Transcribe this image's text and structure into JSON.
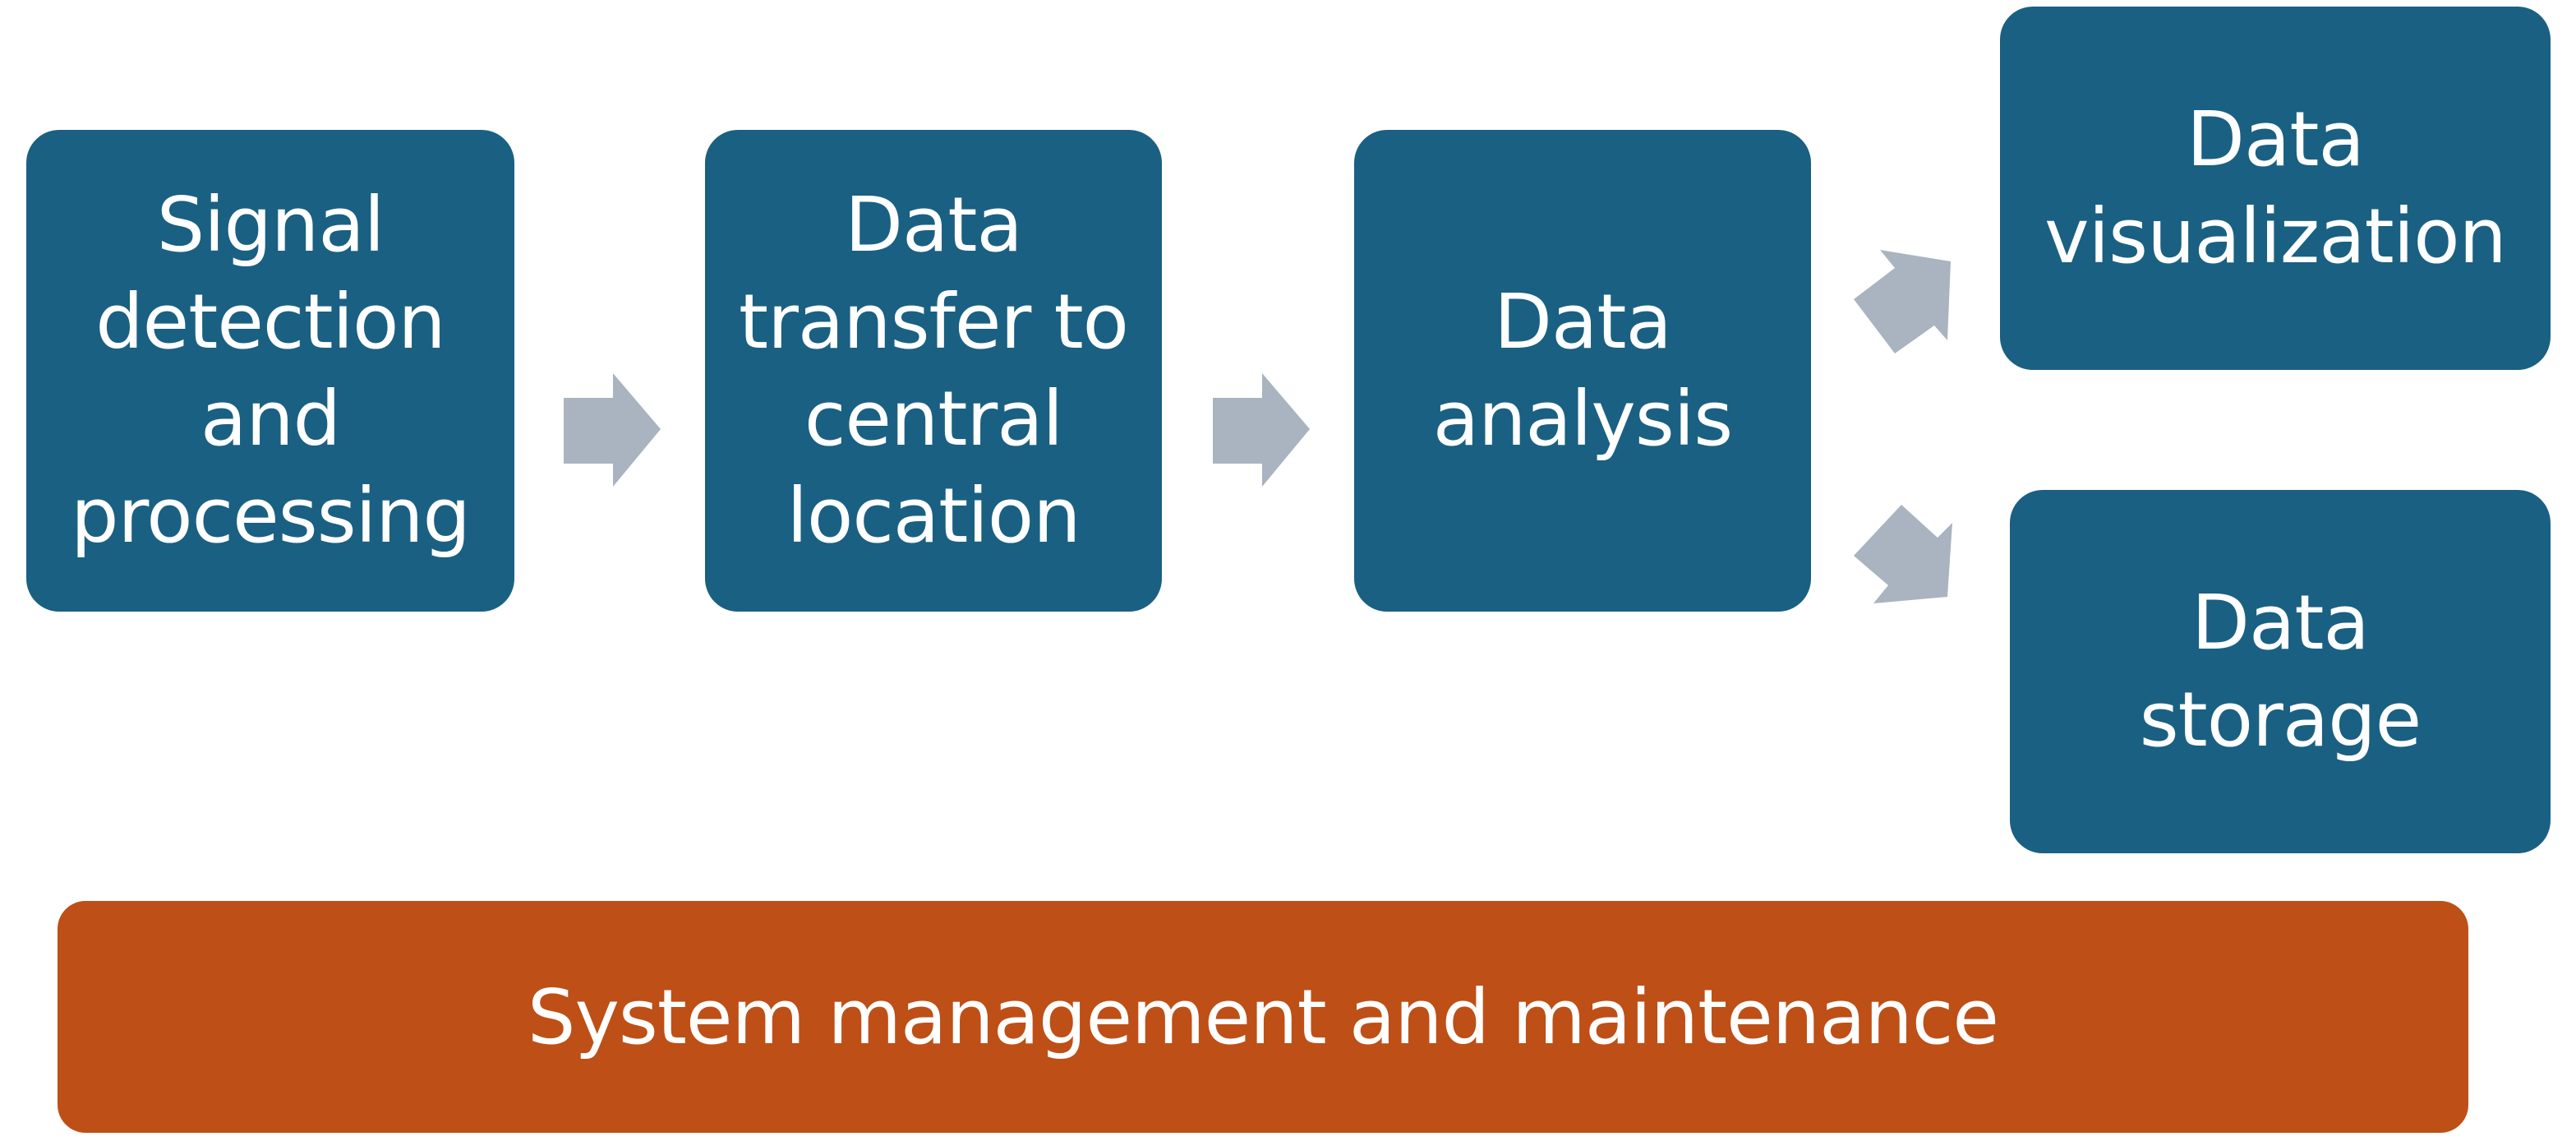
{
  "diagram": {
    "steps": [
      {
        "label": "Signal\ndetection\nand\nprocessing"
      },
      {
        "label": "Data\ntransfer to\ncentral\nlocation"
      },
      {
        "label": "Data\nanalysis"
      },
      {
        "label": "Data\nvisualization"
      },
      {
        "label": "Data\nstorage"
      }
    ],
    "foundation": {
      "label": "System management and maintenance"
    },
    "colors": {
      "step_fill": "#1a6082",
      "foundation_fill": "#be4f16",
      "arrow_fill": "#a9b4c0",
      "text": "#ffffff"
    }
  }
}
